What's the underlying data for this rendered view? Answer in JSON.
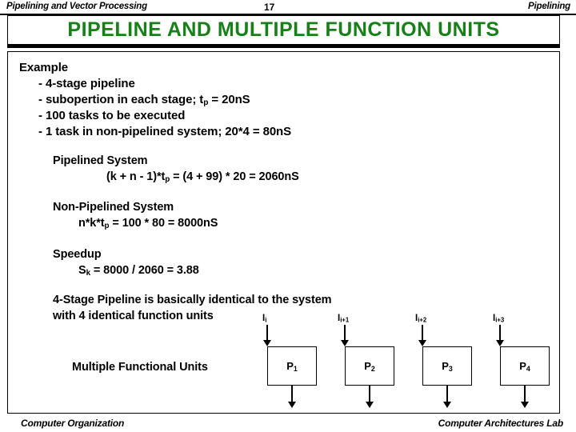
{
  "header": {
    "left_text": "Pipelining and Vector Processing",
    "page_number": "17",
    "right_text": "Pipelining"
  },
  "title": {
    "text": "PIPELINE  AND  MULTIPLE  FUNCTION  UNITS",
    "color": "#178018"
  },
  "content": {
    "example_heading": "Example",
    "bullets": [
      "- 4-stage pipeline",
      "- subopertion in each stage;  t",
      "- 100 tasks to be executed",
      "- 1 task in non-pipelined system;  20*4 = 80nS"
    ],
    "bullet2_sub": "p",
    "bullet2_tail": " = 20nS",
    "pipelined_heading": "Pipelined System",
    "pipelined_formula_a": "(k + n - 1)*t",
    "pipelined_formula_sub": "p",
    "pipelined_formula_b": " = (4 + 99) * 20 = 2060nS",
    "nonpipelined_heading": "Non-Pipelined System",
    "nonpipelined_formula_a": "n*k*t",
    "nonpipelined_formula_sub": "p",
    "nonpipelined_formula_b": " = 100 * 80 = 8000nS",
    "speedup_heading": "Speedup",
    "speedup_formula_a": "S",
    "speedup_formula_sub": "k",
    "speedup_formula_b": " = 8000 / 2060 = 3.88",
    "identical_line1": "4-Stage Pipeline is basically identical to the system",
    "identical_line2": "with 4 identical function units",
    "mfu_label": "Multiple Functional Units"
  },
  "diagram": {
    "units": [
      {
        "box_label": "P",
        "box_sub": "1",
        "in_label": "I",
        "in_sub": "i"
      },
      {
        "box_label": "P",
        "box_sub": "2",
        "in_label": "I",
        "in_sub": "i+1"
      },
      {
        "box_label": "P",
        "box_sub": "3",
        "in_label": "I",
        "in_sub": "i+2"
      },
      {
        "box_label": "P",
        "box_sub": "4",
        "in_label": "I",
        "in_sub": "i+3"
      }
    ]
  },
  "footer": {
    "left_text": "Computer Organization",
    "right_text": "Computer Architectures Lab"
  }
}
